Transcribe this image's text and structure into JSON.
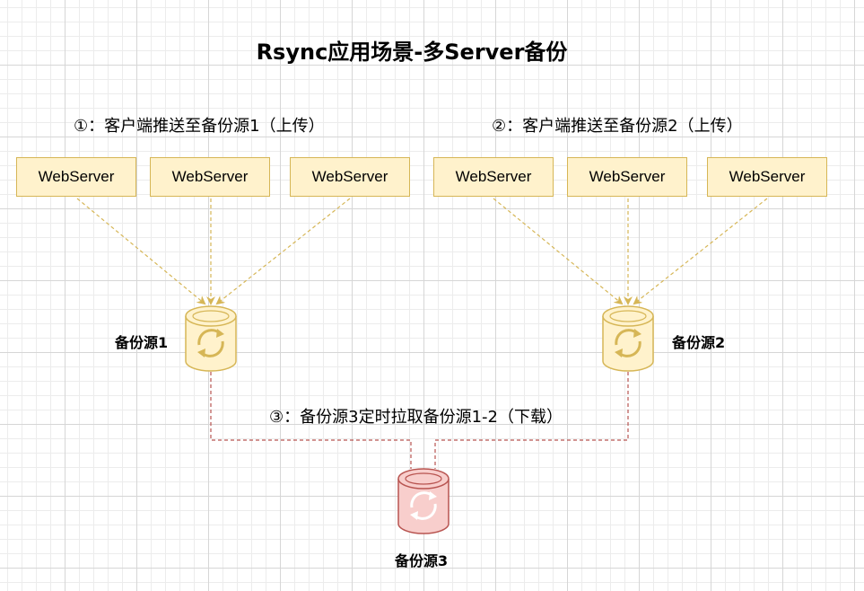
{
  "title": "Rsync应用场景-多Server备份",
  "captions": {
    "step1": "①：客户端推送至备份源1（上传）",
    "step2": "②：客户端推送至备份源2（上传）",
    "step3": "③：备份源3定时拉取备份源1-2（下载）"
  },
  "servers_left": [
    "WebServer",
    "WebServer",
    "WebServer"
  ],
  "servers_right": [
    "WebServer",
    "WebServer",
    "WebServer"
  ],
  "nodes": {
    "backup1": "备份源1",
    "backup2": "备份源2",
    "backup3": "备份源3"
  },
  "colors": {
    "server_fill": "#fff2cc",
    "server_stroke": "#d6b656",
    "backup3_fill": "#f8cecc",
    "backup3_stroke": "#b85450"
  }
}
